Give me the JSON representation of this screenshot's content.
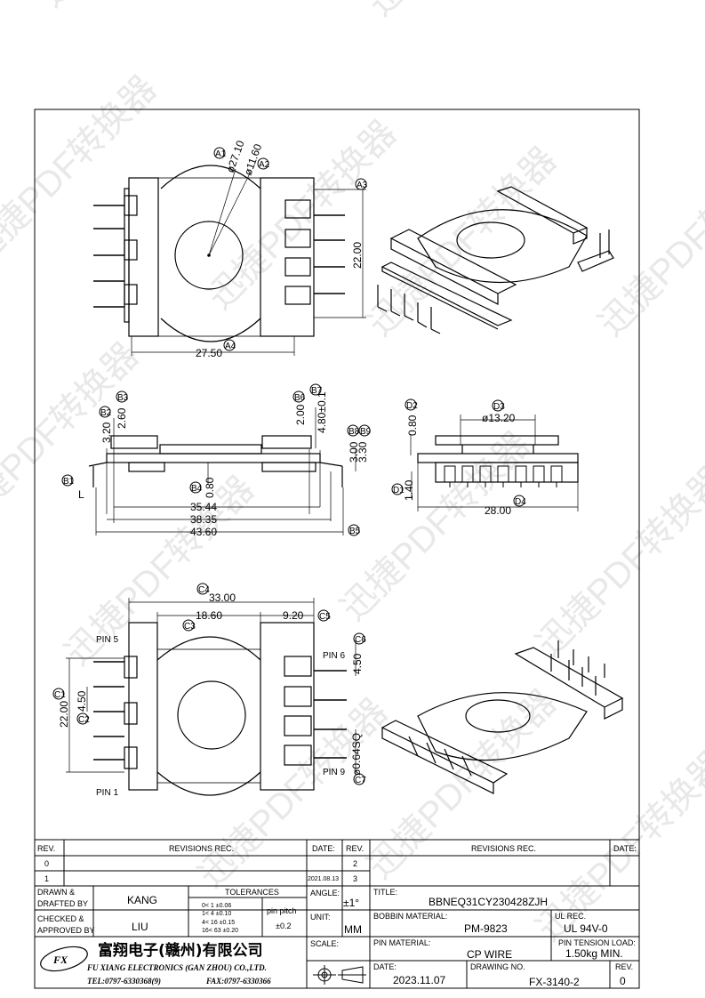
{
  "watermark": "迅捷PDF转换器",
  "view_top": {
    "callouts": [
      "A1",
      "A2",
      "A3",
      "A4"
    ],
    "dims": {
      "d_outer": "ø27.10",
      "d_inner": "ø11.60",
      "height": "22.00",
      "width": "27.50"
    }
  },
  "view_side_left": {
    "callouts": [
      "B1",
      "B2",
      "B3",
      "B4",
      "B5",
      "B6",
      "B7",
      "B8",
      "B9"
    ],
    "dims": {
      "b2": "3.20",
      "b3": "2.60",
      "b6": "2.00",
      "b7": "4.80±0.1",
      "b8": "3.00",
      "b9": "3.30",
      "b4": "0.80",
      "L": "L",
      "w1": "35.44",
      "w2": "38.35",
      "w3": "43.60"
    }
  },
  "view_side_right": {
    "callouts": [
      "D1",
      "D2",
      "D3",
      "D4"
    ],
    "dims": {
      "d2": "0.80",
      "d3": "ø13.20",
      "d1": "1.40",
      "d4": "28.00"
    }
  },
  "view_bottom": {
    "callouts": [
      "C1",
      "C2",
      "C3",
      "C4",
      "C5",
      "C6",
      "C7"
    ],
    "dims": {
      "c4": "33.00",
      "c3": "18.60",
      "c5": "9.20",
      "c6": "4.50",
      "c1": "22.00",
      "c2": "4.50",
      "c7": "ø0.64SQ"
    },
    "pins": {
      "pin5": "PIN 5",
      "pin6": "PIN 6",
      "pin9": "PIN 9",
      "pin1": "PIN 1"
    }
  },
  "title_block": {
    "rev_hdr": "REV.",
    "revisions_rec": "REVISIONS   REC.",
    "date_hdr": "DATE:",
    "rev0": "0",
    "rev1": "1",
    "rev2": "2",
    "rev3": "3",
    "rev1_date": "2021.08.13",
    "drawn_by": "DRAWN &",
    "drafted_by": "DRAFTED BY",
    "drawn_name": "KANG",
    "checked": "CHECKED &",
    "approved_by": "APPROVED BY",
    "checked_name": "LIU",
    "tolerances": "TOLERANCES",
    "tol_rows": [
      "0<  1   ±0.06",
      "1<  4   ±0.10",
      "4<  16  ±0.15",
      "16<  63  ±0.20"
    ],
    "pin_pitch": "pin pitch",
    "pin_pitch_val": "±0.2",
    "angle_lbl": "ANGLE:",
    "angle_val": "±1°",
    "unit_lbl": "UNIT:",
    "unit_val": "MM",
    "scale_lbl": "SCALE:",
    "title_lbl": "TITLE:",
    "title_val": "BBNEQ31CY230428ZJH",
    "bobbin_lbl": "BOBBIN MATERIAL:",
    "bobbin_val": "PM-9823",
    "ul_lbl": "UL REC.",
    "ul_val": "UL 94V-0",
    "pinmat_lbl": "PIN MATERIAL:",
    "pinmat_val": "CP WIRE",
    "tension_lbl": "PIN TENSION LOAD:",
    "tension_val": "1.50kg  MIN.",
    "date_lbl": "DATE:",
    "date_val": "2023.11.07",
    "drawing_no_lbl": "DRAWING NO.",
    "drawing_no_val": "FX-3140-2",
    "rev_lbl": "REV.",
    "rev_val": "0",
    "company_cn": "富翔电子(赣州)有限公司",
    "company_en": "FU XIANG ELECTRONICS (GAN ZHOU) CO.,LTD.",
    "tel": "TEL:0797-6330368(9)",
    "fax": "FAX:0797-6330366",
    "logo": "FX"
  }
}
